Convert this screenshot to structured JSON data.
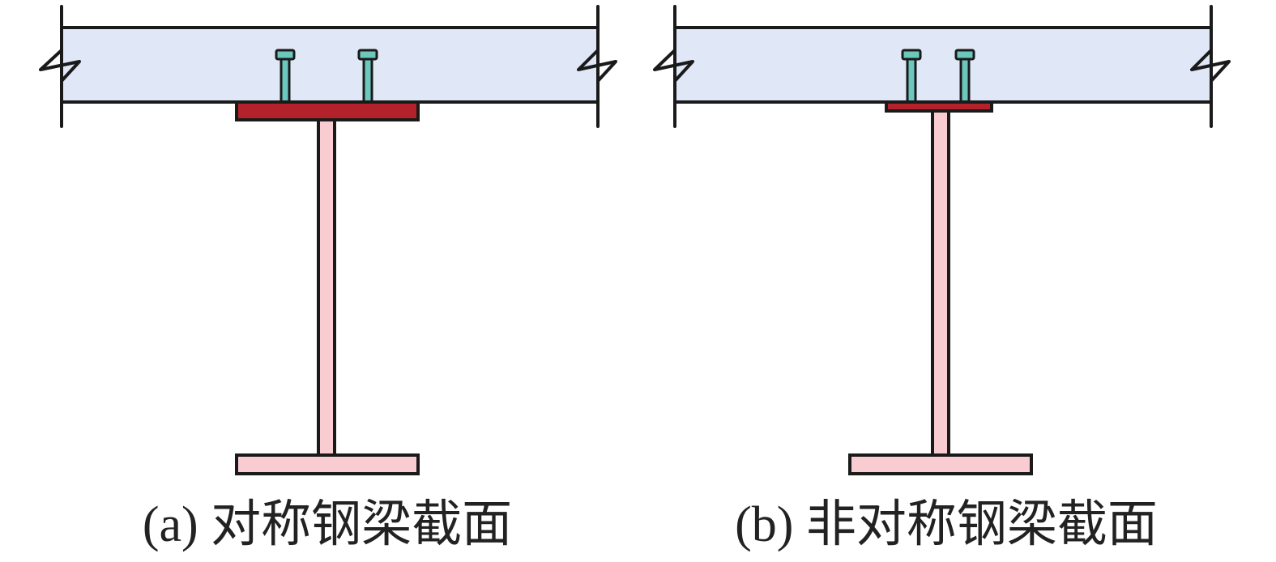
{
  "colors": {
    "slab_fill": "#e0e8f7",
    "top_flange_fill": "#b3222a",
    "web_and_bottom_flange_fill": "#f9ccd2",
    "stud_fill": "#6cc8bd",
    "outline": "#1a1a1a"
  },
  "panels": [
    {
      "id": "a",
      "caption": "(a) 对称钢梁截面",
      "section_type": "symmetric",
      "shear_studs": 2
    },
    {
      "id": "b",
      "caption": "(b) 非对称钢梁截面",
      "section_type": "asymmetric",
      "shear_studs": 2
    }
  ]
}
